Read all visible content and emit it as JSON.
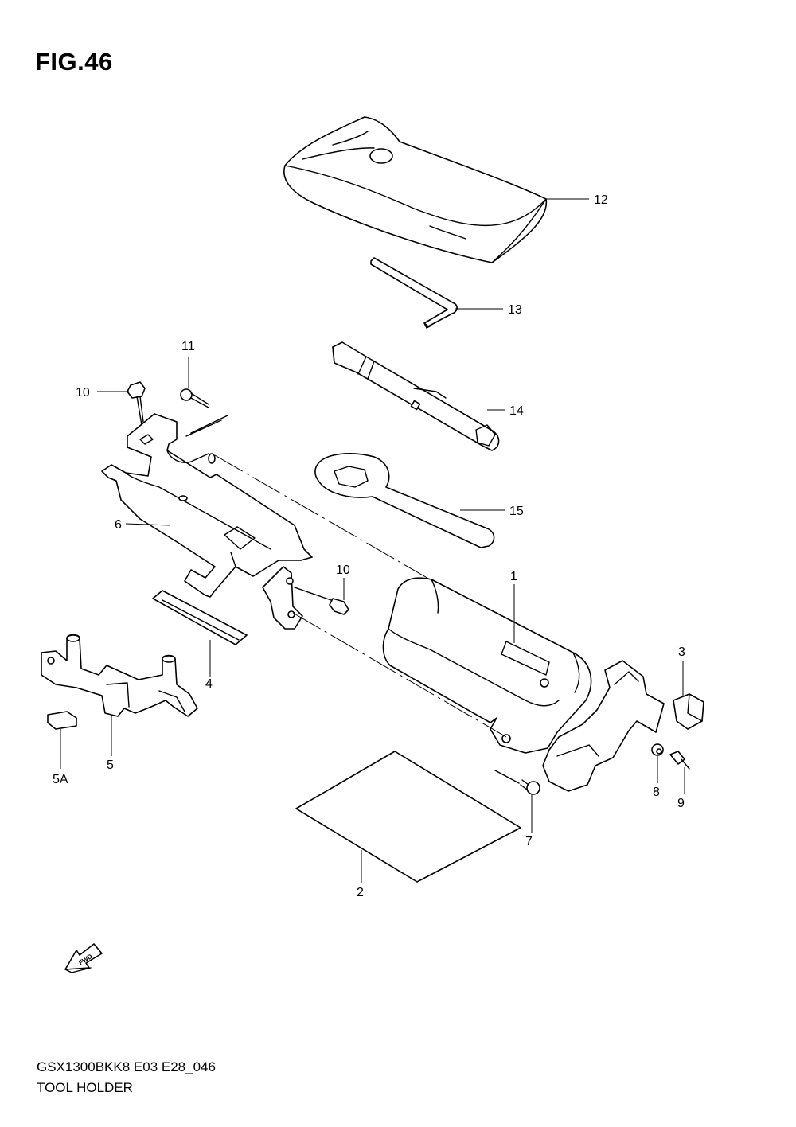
{
  "figure": {
    "title": "FIG.46",
    "model_code": "GSX1300BKK8 E03 E28_046",
    "caption": "TOOL HOLDER"
  },
  "fwd_badge": {
    "text": "FWD"
  },
  "callouts": [
    "12",
    "13",
    "14",
    "15",
    "11",
    "10",
    "6",
    "10",
    "1",
    "4",
    "5",
    "5A",
    "3",
    "8",
    "9",
    "7",
    "2"
  ]
}
